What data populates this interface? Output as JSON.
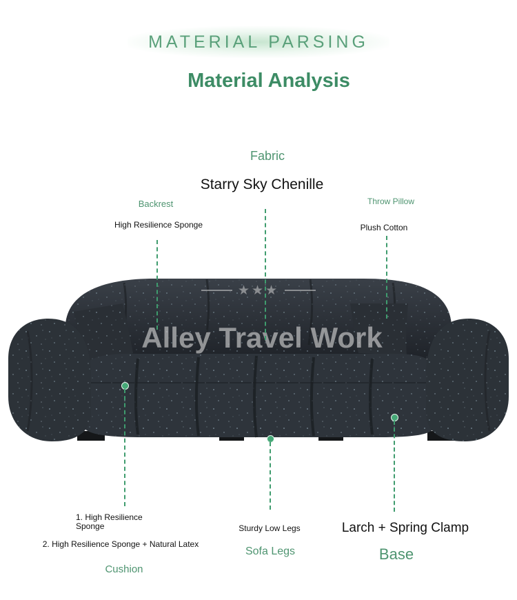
{
  "header": {
    "banner": "MATERIAL PARSING",
    "title": "Material Analysis"
  },
  "fabric": {
    "label": "Fabric",
    "value": "Starry Sky Chenille"
  },
  "backrest": {
    "label": "Backrest",
    "value": "High Resilience Sponge"
  },
  "throw_pillow": {
    "label": "Throw Pillow",
    "value": "Plush Cotton"
  },
  "watermark": {
    "text": "Alley Travel Work",
    "stars": "★★★"
  },
  "cushion": {
    "option1_line1": "1. High Resilience",
    "option1_line2": "Sponge",
    "option2": "2. High Resilience Sponge + Natural Latex",
    "label": "Cushion"
  },
  "sofa_legs": {
    "value": "Sturdy Low Legs",
    "label": "Sofa Legs"
  },
  "base": {
    "value": "Larch + Spring Clamp",
    "label": "Base"
  },
  "colors": {
    "accent_green": "#3d8c65",
    "label_green": "#4e9470",
    "dash_green": "#3f9c6e",
    "sofa_fabric": "#2b3037"
  }
}
